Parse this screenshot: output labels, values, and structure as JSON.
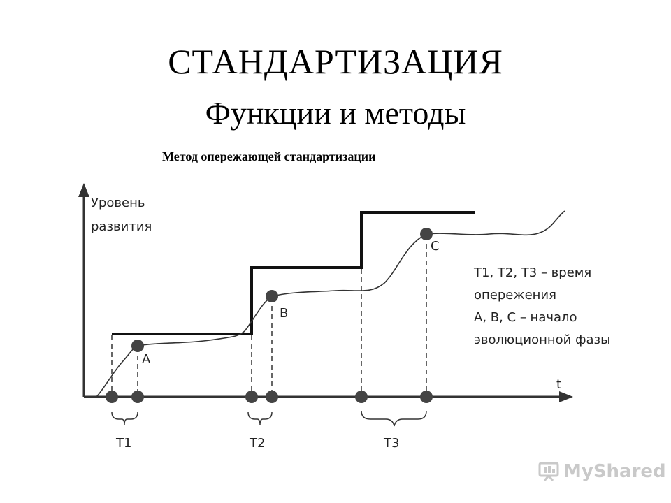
{
  "header": {
    "title": "СТАНДАРТИЗАЦИЯ",
    "subtitle": "Функции и методы",
    "caption": "Метод опережающей стандартизации"
  },
  "diagram": {
    "y_axis_label": [
      "Уровень",
      "развития"
    ],
    "x_axis_label": "t",
    "points": [
      "A",
      "B",
      "C"
    ],
    "intervals": [
      "T1",
      "T2",
      "T3"
    ],
    "legend": [
      "Т1, Т2, Т3 – время",
      "опережения",
      "А, В, С – начало",
      "эволюционной фазы"
    ]
  },
  "watermark": {
    "text": "MyShared",
    "color": "#c9c9c9"
  }
}
